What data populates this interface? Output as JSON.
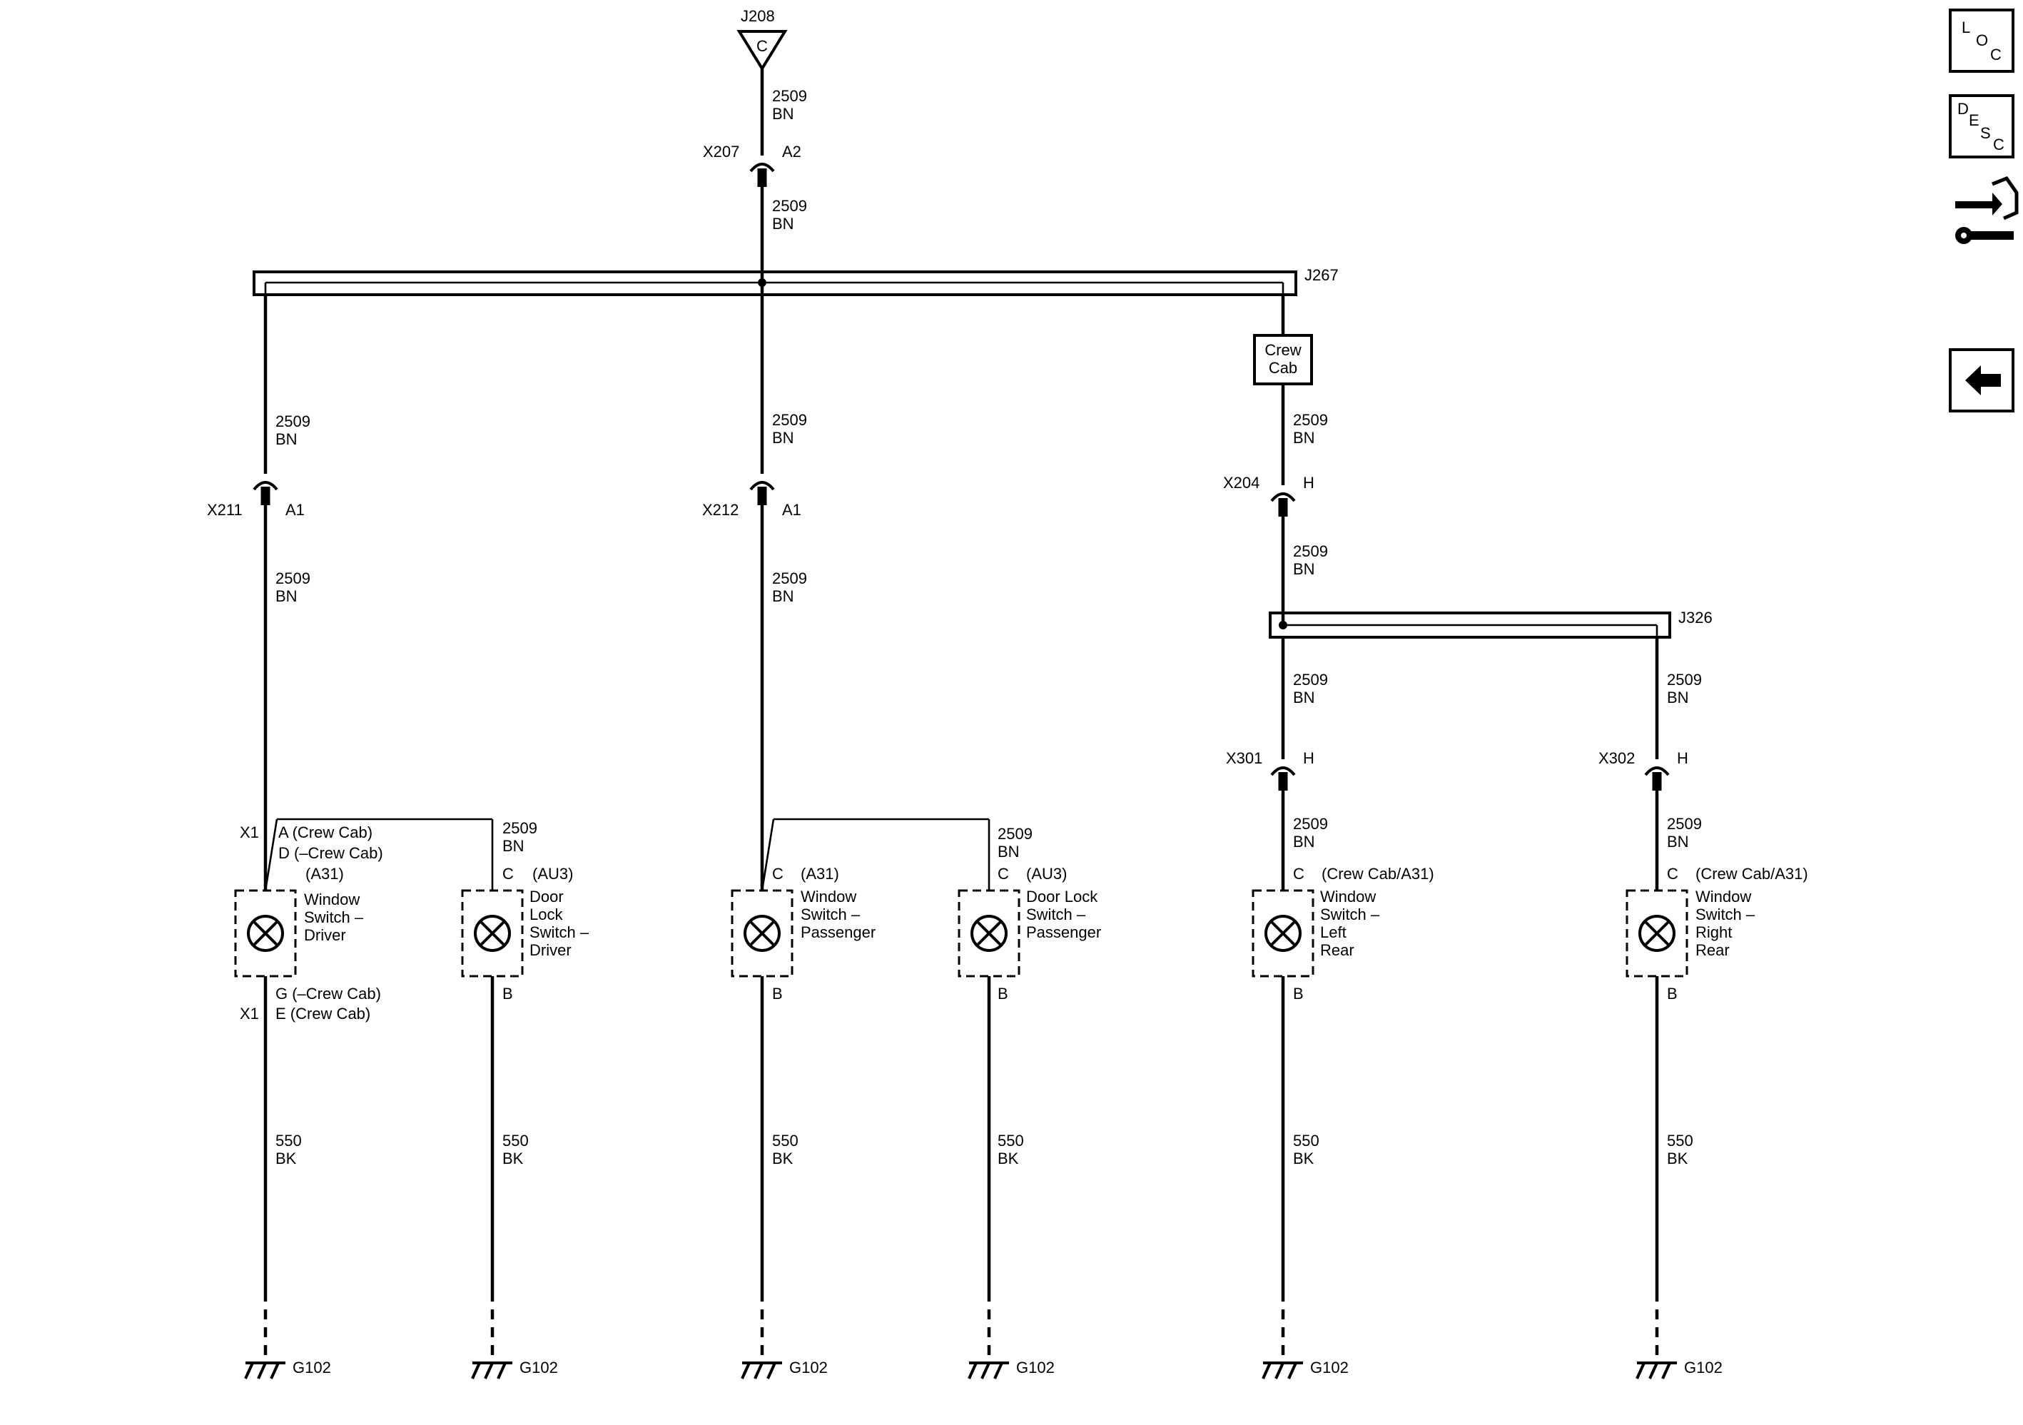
{
  "top": {
    "splice": "J208",
    "splice_letter": "C",
    "wire_a": {
      "circuit": "2509",
      "color": "BN"
    },
    "conn": {
      "name": "X207",
      "pin": "A2"
    },
    "wire_b": {
      "circuit": "2509",
      "color": "BN"
    }
  },
  "bus_j267": "J267",
  "bus_j326": "J326",
  "crew_cab_block": [
    "Crew",
    "Cab"
  ],
  "branch_left": {
    "wire_top": {
      "circuit": "2509",
      "color": "BN"
    },
    "conn": {
      "name": "X211",
      "pin": "A1"
    },
    "wire_mid": {
      "circuit": "2509",
      "color": "BN"
    }
  },
  "branch_mid": {
    "wire_top": {
      "circuit": "2509",
      "color": "BN"
    },
    "conn": {
      "name": "X212",
      "pin": "A1"
    },
    "wire_mid": {
      "circuit": "2509",
      "color": "BN"
    }
  },
  "branch_right": {
    "wire_top": {
      "circuit": "2509",
      "color": "BN"
    },
    "conn": {
      "name": "X204",
      "pin": "H"
    },
    "wire_mid": {
      "circuit": "2509",
      "color": "BN"
    },
    "sub_left": {
      "wire": {
        "circuit": "2509",
        "color": "BN"
      },
      "conn": {
        "name": "X301",
        "pin": "H"
      },
      "wire_b": {
        "circuit": "2509",
        "color": "BN"
      }
    },
    "sub_right": {
      "wire": {
        "circuit": "2509",
        "color": "BN"
      },
      "conn": {
        "name": "X302",
        "pin": "H"
      },
      "wire_b": {
        "circuit": "2509",
        "color": "BN"
      }
    }
  },
  "switches": {
    "driver_window": {
      "conn": "X1",
      "pin_in_a": "A (Crew Cab)",
      "pin_in_b": "D (–Crew Cab)",
      "option": "(A31)",
      "name": [
        "Window",
        "Switch –",
        "Driver"
      ],
      "pin_out_a": "G (–Crew Cab)",
      "conn_out": "X1",
      "pin_out_b": "E (Crew Cab)"
    },
    "driver_door": {
      "wire_in": {
        "circuit": "2509",
        "color": "BN"
      },
      "pin_in": "C",
      "option": "(AU3)",
      "name": [
        "Door",
        "Lock",
        "Switch –",
        "Driver"
      ],
      "pin_out": "B"
    },
    "pass_window": {
      "pin_in": "C",
      "option": "(A31)",
      "name": [
        "Window",
        "Switch –",
        "Passenger"
      ],
      "pin_out": "B"
    },
    "pass_door": {
      "wire_in": {
        "circuit": "2509",
        "color": "BN"
      },
      "pin_in": "C",
      "option": "(AU3)",
      "name": [
        "Door Lock",
        "Switch –",
        "Passenger"
      ],
      "pin_out": "B"
    },
    "left_rear": {
      "pin_in": "C",
      "option": "(Crew Cab/A31)",
      "name": [
        "Window",
        "Switch –",
        "Left",
        "Rear"
      ],
      "pin_out": "B"
    },
    "right_rear": {
      "pin_in": "C",
      "option": "(Crew Cab/A31)",
      "name": [
        "Window",
        "Switch –",
        "Right",
        "Rear"
      ],
      "pin_out": "B"
    }
  },
  "ground_wire": {
    "circuit": "550",
    "color": "BK"
  },
  "ground": "G102",
  "nav": {
    "loc": [
      "L",
      "O",
      "C"
    ],
    "desc": [
      "D",
      "E",
      "S",
      "C"
    ]
  }
}
